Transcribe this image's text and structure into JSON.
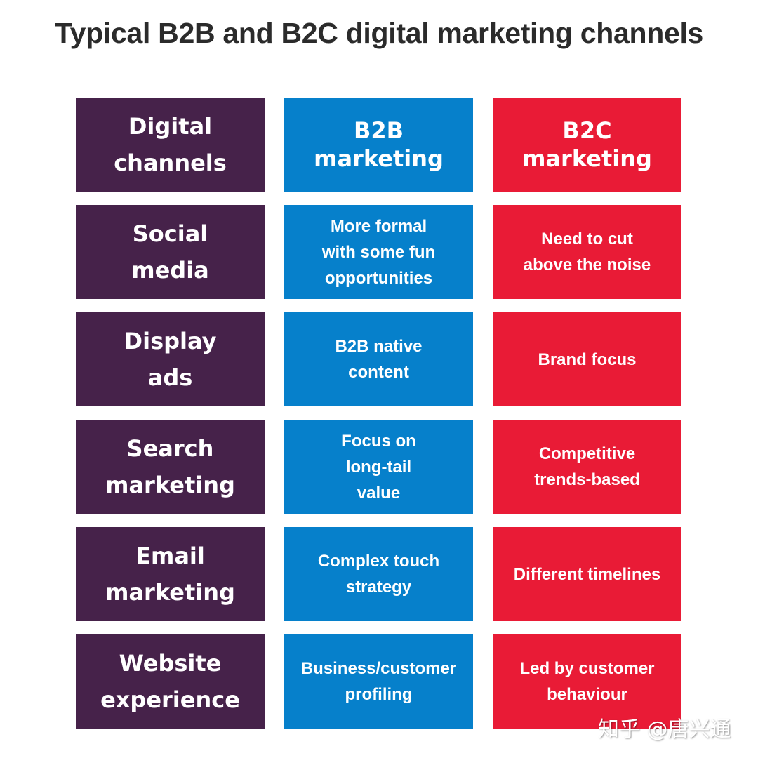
{
  "title": "Typical B2B and B2C digital marketing channels",
  "colors": {
    "channel_column": "#46224a",
    "b2b_column": "#0680cb",
    "b2c_column": "#e91b36",
    "title_text": "#2b2b2b"
  },
  "header": {
    "channel": "Digital\nchannels",
    "b2b": "B2B marketing",
    "b2c": "B2C marketing"
  },
  "rows": [
    {
      "channel": "Social\nmedia",
      "b2b": "More formal\nwith some fun\nopportunities",
      "b2c": "Need to cut\nabove the noise"
    },
    {
      "channel": "Display\nads",
      "b2b": "B2B native\ncontent",
      "b2c": "Brand focus"
    },
    {
      "channel": "Search\nmarketing",
      "b2b": "Focus on\nlong-tail\nvalue",
      "b2c": "Competitive\ntrends-based"
    },
    {
      "channel": "Email\nmarketing",
      "b2b": "Complex touch\nstrategy",
      "b2c": "Different timelines"
    },
    {
      "channel": "Website\nexperience",
      "b2b": "Business/customer\nprofiling",
      "b2c": "Led by customer\nbehaviour"
    }
  ],
  "watermark": "知乎 @唐兴通"
}
